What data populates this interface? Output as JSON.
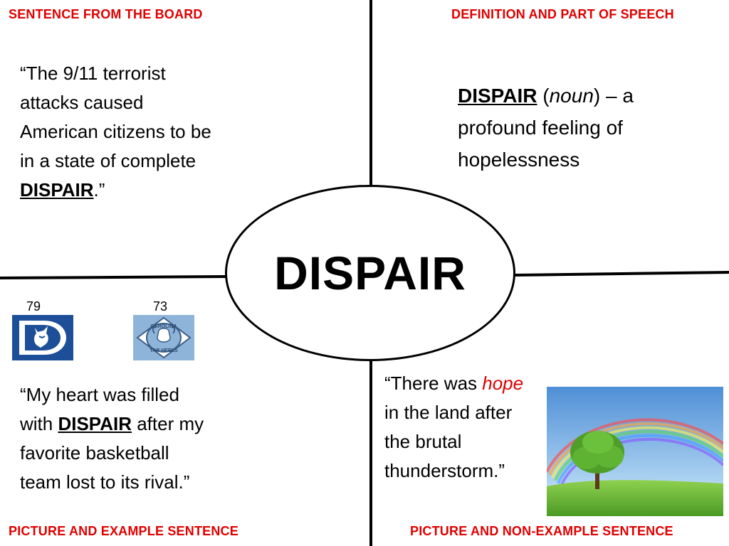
{
  "headings": {
    "top_left": "SENTENCE FROM THE BOARD",
    "top_right": "DEFINITION AND PART OF SPEECH",
    "bottom_left": "PICTURE AND EXAMPLE SENTENCE",
    "bottom_right": "PICTURE AND NON-EXAMPLE SENTENCE"
  },
  "center_word": "DISPAIR",
  "board_sentence": {
    "lines": [
      "“The 9/11 terrorist",
      "attacks caused",
      "American citizens to be",
      "in a state of complete"
    ],
    "word": "DISPAIR",
    "end": ".”"
  },
  "definition": {
    "word": "DISPAIR",
    "open_paren": " (",
    "pos": "noun",
    "close_rest": ") – a",
    "line2": "profound feeling of",
    "line3": "hopelessness"
  },
  "example": {
    "line1": "“My heart was filled",
    "with": "with ",
    "word": "DISPAIR",
    "after": " after my",
    "line3": "favorite basketball",
    "line4": "team lost to its rival.”"
  },
  "non_example": {
    "start": "“There was ",
    "hope": "hope",
    "line2": "in the land after",
    "line3": "the brutal",
    "line4": "thunderstorm.”"
  },
  "scores": {
    "duke": "79",
    "unc": "73"
  },
  "logo_text": {
    "unc_top": "CAROLINA",
    "unc_bottom": "TAR HEELS"
  },
  "colors": {
    "heading": "#e00000",
    "duke_blue": "#1d4f98",
    "unc_blue": "#8fb4da"
  }
}
